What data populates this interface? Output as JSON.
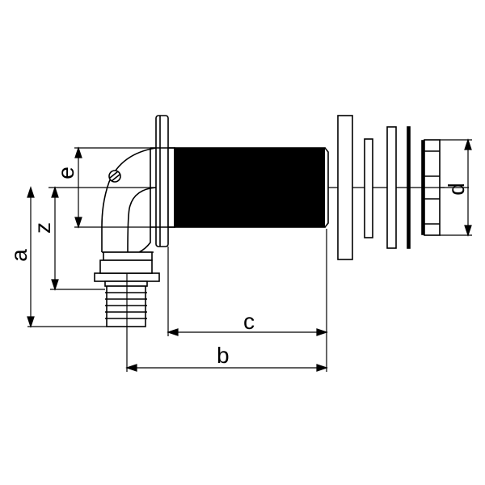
{
  "drawing": {
    "type": "technical dimension drawing",
    "subject": "wall-mounted elbow fitting with threaded shank, washers and lock nut",
    "line_color": "#000000",
    "background": "#ffffff"
  },
  "dimensions": {
    "a": "a",
    "b": "b",
    "c": "c",
    "d": "d",
    "e": "e",
    "z": "z"
  }
}
